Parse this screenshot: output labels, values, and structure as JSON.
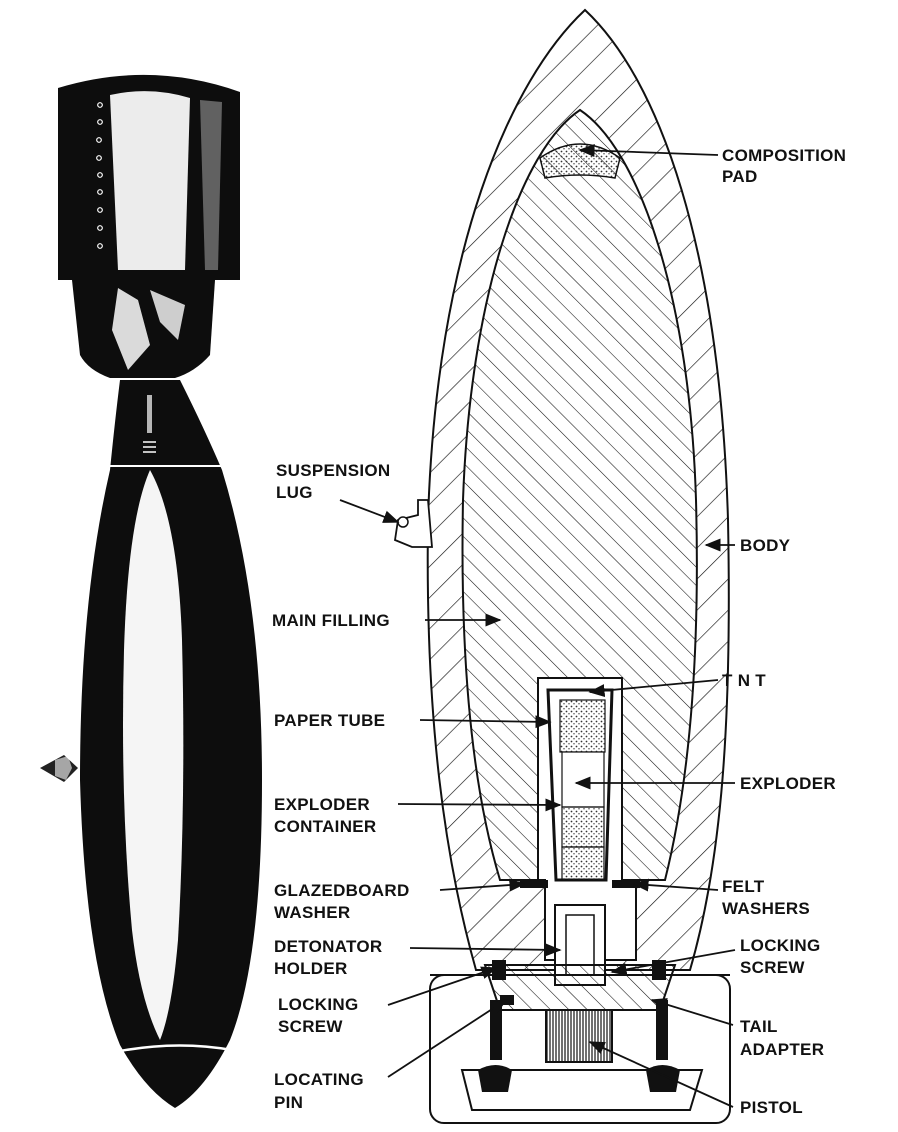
{
  "labels": {
    "composition_pad": [
      "COMPOSITION",
      "PAD"
    ],
    "suspension_lug": [
      "SUSPENSION",
      "LUG"
    ],
    "body": "BODY",
    "main_filling": "MAIN FILLING",
    "tnt": "T N T",
    "paper_tube": "PAPER TUBE",
    "exploder": "EXPLODER",
    "exploder_container": [
      "EXPLODER",
      "CONTAINER"
    ],
    "glazedboard_washer": [
      "GLAZEDBOARD",
      "WASHER"
    ],
    "felt_washers": [
      "FELT",
      "WASHERS"
    ],
    "detonator_holder": [
      "DETONATOR",
      "HOLDER"
    ],
    "locking_screw_right": [
      "LOCKING",
      "SCREW"
    ],
    "locking_screw_left": [
      "LOCKING",
      "SCREW"
    ],
    "tail_adapter": [
      "TAIL",
      "ADAPTER"
    ],
    "locating_pin": [
      "LOCATING",
      "PIN"
    ],
    "pistol": "PISTOL"
  },
  "colors": {
    "ink": "#111111",
    "paper": "#ffffff",
    "pad": "#555555"
  }
}
